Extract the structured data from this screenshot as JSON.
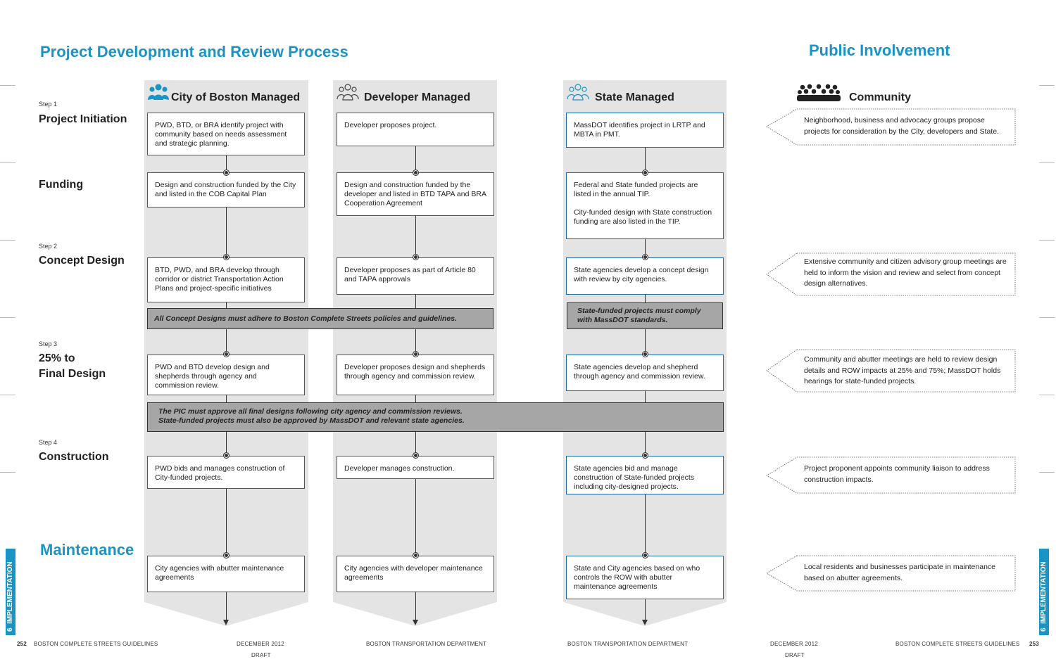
{
  "titles": {
    "main": "Project Development and Review Process",
    "public": "Public Involvement",
    "maintenance": "Maintenance"
  },
  "steps": {
    "step1_label": "Step 1",
    "step1_name": "Project Initiation",
    "funding_name": "Funding",
    "step2_label": "Step 2",
    "step2_name": "Concept Design",
    "step3_label": "Step 3",
    "step3_name_line1": "25% to",
    "step3_name_line2": "Final Design",
    "step4_label": "Step 4",
    "step4_name": "Construction"
  },
  "columns": {
    "city": {
      "header": "City of Boston Managed",
      "icon": "people-group-icon",
      "initiation": "PWD, BTD, or BRA identify project with community based on needs assessment and strategic planning.",
      "funding": "Design and construction funded by the City and listed in the COB Capital Plan",
      "concept": "BTD, PWD, and BRA develop through corridor or district Transportation Action Plans and project-specific initiatives",
      "final": "PWD and BTD develop design and shepherds through agency and commission review.",
      "construction": "PWD bids and manages construction of City-funded projects.",
      "maintenance": "City agencies with abutter maintenance agreements"
    },
    "developer": {
      "header": "Developer Managed",
      "icon": "people-outline-icon",
      "initiation": "Developer proposes project.",
      "funding": "Design and construction funded by the developer and listed in BTD TAPA and BRA Cooperation Agreement",
      "concept": "Developer proposes as part of Article 80 and TAPA approvals",
      "final": "Developer proposes design and shepherds through agency and commission review.",
      "construction": "Developer manages construction.",
      "maintenance": "City agencies with developer maintenance agreements"
    },
    "state": {
      "header": "State Managed",
      "icon": "people-outline-blue-icon",
      "initiation": "MassDOT identifies project in LRTP and MBTA in PMT.",
      "funding_p1": "Federal and State funded projects are listed in the annual TIP.",
      "funding_p2": "City-funded design with State construction funding are also listed in the TIP.",
      "concept": "State agencies develop a concept design with review by city agencies.",
      "final": "State agencies develop and shepherd through agency and commission review.",
      "construction": "State agencies bid and manage construction of State-funded projects including city-designed projects.",
      "maintenance": "State and City agencies based on who controls the ROW with abutter maintenance agreements"
    }
  },
  "bars": {
    "concept_city": "All Concept Designs must adhere to Boston Complete Streets policies and guidelines.",
    "concept_state": "State-funded projects must comply with MassDOT standards.",
    "final_line1": "The PIC must approve all final designs following city agency and commission reviews.",
    "final_line2": "State-funded projects must also be approved by MassDOT and relevant state agencies."
  },
  "community": {
    "header": "Community",
    "icon": "crowd-icon",
    "initiation": "Neighborhood, business and advocacy groups propose projects for consideration by the City, developers and State.",
    "concept": "Extensive community and citizen advisory group meetings are held to inform the vision and review and select from concept design alternatives.",
    "final": "Community and abutter meetings are held to review design details and ROW impacts at 25% and 75%; MassDOT holds hearings for state-funded projects.",
    "construction": "Project proponent appoints community liaison to address construction impacts.",
    "maintenance": "Local residents and businesses participate in maintenance based on abutter agreements."
  },
  "footer": {
    "left_page": "252",
    "left_title": "BOSTON COMPLETE STREETS GUIDELINES",
    "left_date": "DECEMBER 2012",
    "left_draft": "DRAFT",
    "center_left": "BOSTON TRANSPORTATION DEPARTMENT",
    "center_right": "BOSTON TRANSPORTATION DEPARTMENT",
    "right_date": "DECEMBER 2012",
    "right_draft": "DRAFT",
    "right_title": "BOSTON COMPLETE STREETS GUIDELINES",
    "right_page": "253"
  },
  "tabs": {
    "number": "6",
    "label": "IMPLEMENTATION"
  },
  "colors": {
    "accent": "#1a94c4",
    "column_bg": "#e4e4e4",
    "bar_bg": "#a6a6a6",
    "state_border": "#1a6fa8"
  }
}
